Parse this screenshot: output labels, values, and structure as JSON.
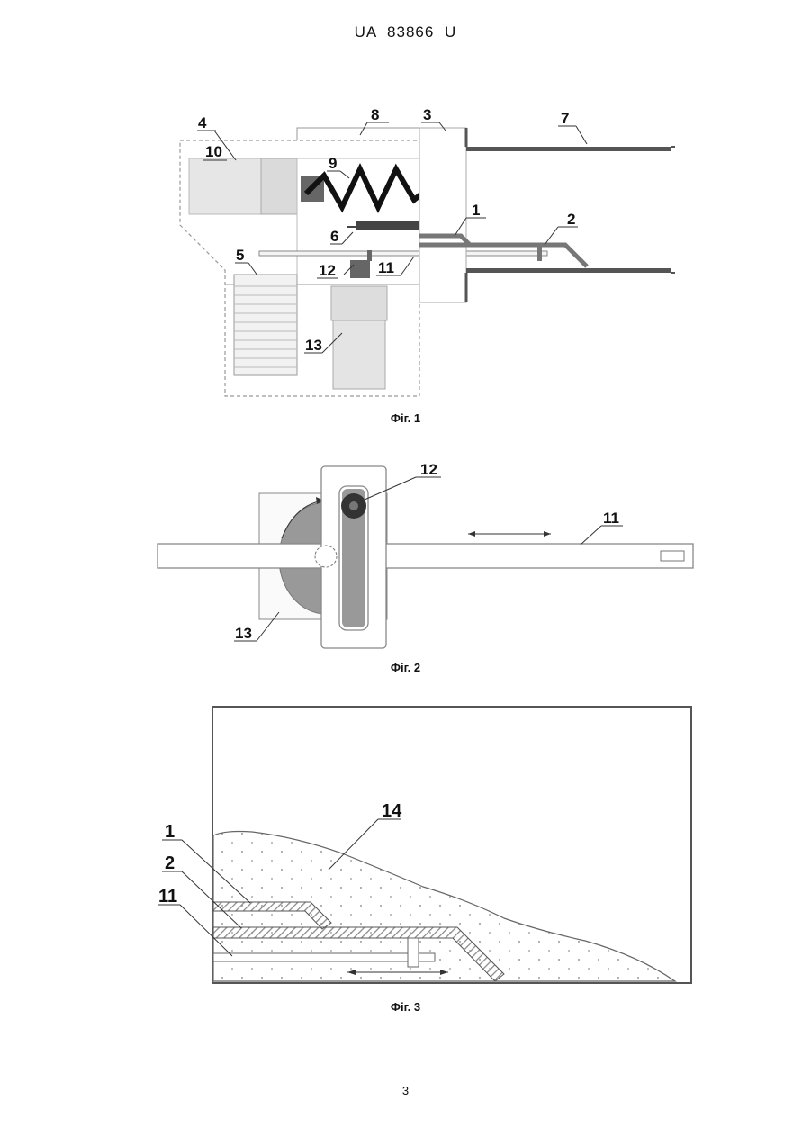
{
  "header": {
    "patent_number": "UA   83866   U"
  },
  "figure1": {
    "caption": "Фіг. 1",
    "labels": {
      "l1": "1",
      "l2": "2",
      "l3": "3",
      "l4": "4",
      "l5": "5",
      "l6": "6",
      "l7": "7",
      "l8": "8",
      "l9": "9",
      "l10": "10",
      "l11": "11",
      "l12": "12",
      "l13": "13"
    }
  },
  "figure2": {
    "caption": "Фіг. 2",
    "labels": {
      "l11": "11",
      "l12": "12",
      "l13": "13"
    }
  },
  "figure3": {
    "caption": "Фіг. 3",
    "labels": {
      "l1": "1",
      "l2": "2",
      "l11": "11",
      "l14": "14"
    }
  },
  "footer": {
    "page_number": "3"
  }
}
